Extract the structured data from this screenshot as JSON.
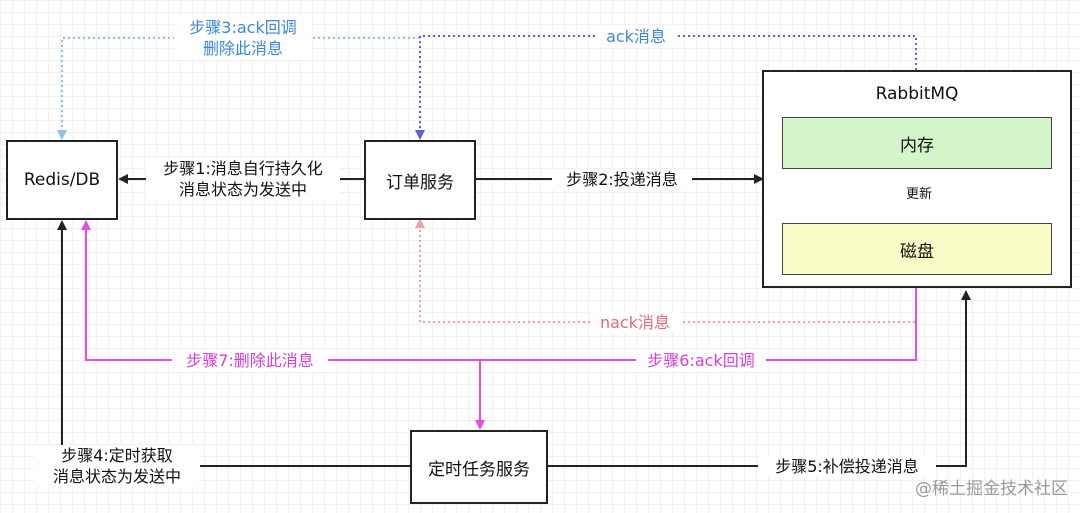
{
  "nodes": {
    "redis": "Redis/DB",
    "order": "订单服务",
    "rabbitmq": "RabbitMQ",
    "memory": "内存",
    "disk": "磁盘",
    "task": "定时任务服务"
  },
  "edges": {
    "step1_line1": "步骤1:消息自行持久化",
    "step1_line2": "消息状态为发送中",
    "step2": "步骤2:投递消息",
    "step3_line1": "步骤3:ack回调",
    "step3_line2": "删除此消息",
    "ack": "ack消息",
    "nack": "nack消息",
    "update": "更新",
    "step4_line1": "步骤4:定时获取",
    "step4_line2": "消息状态为发送中",
    "step5": "步骤5:补偿投递消息",
    "step6": "步骤6:ack回调",
    "step7": "步骤7:删除此消息"
  },
  "watermark": "@稀土掘金技术社区",
  "colors": {
    "blue": "#3d87d8",
    "light_blue": "#8fbef0",
    "purple_blue": "#5a5fe0",
    "pink": "#f0a0a6",
    "magenta": "#e64de6",
    "dark": "#222222",
    "memory_fill": "#d4f5c9",
    "disk_fill": "#fafcc8"
  }
}
